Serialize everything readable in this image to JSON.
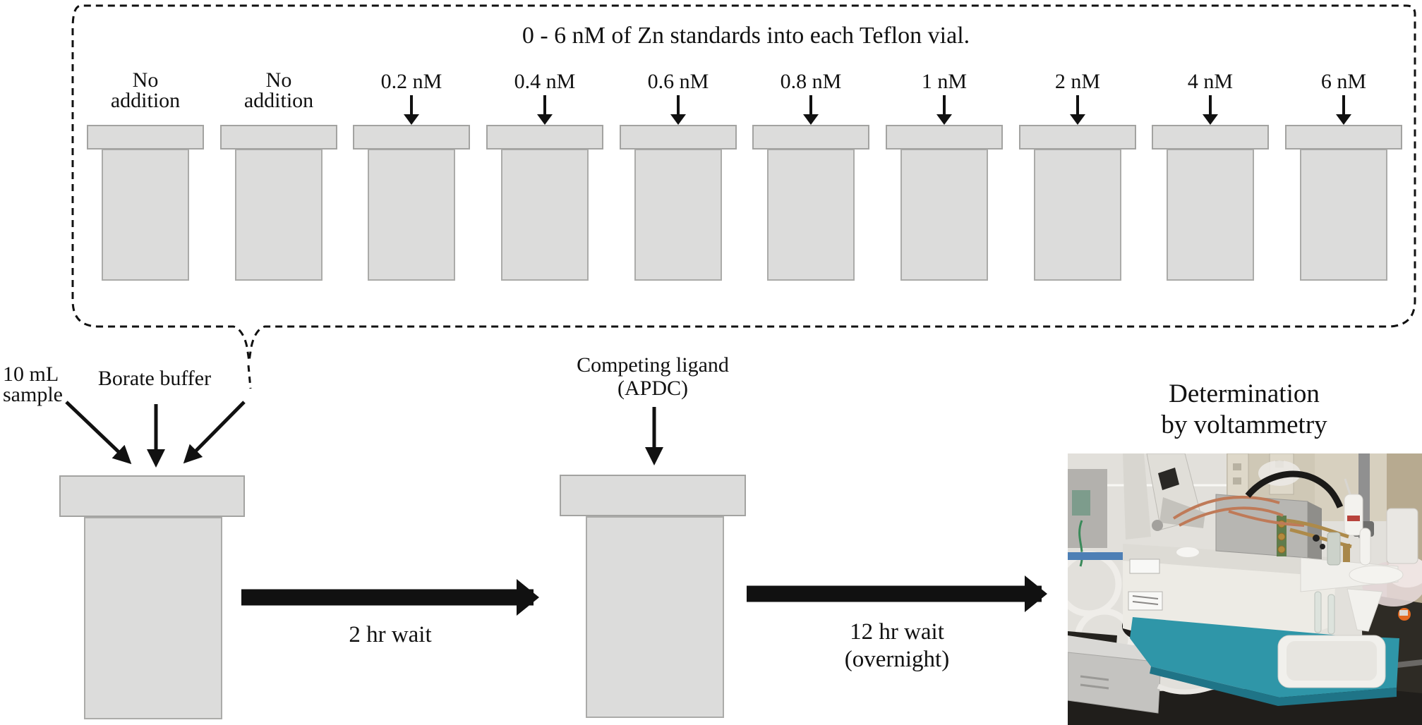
{
  "standards_box": {
    "title": "0 - 6 nM of Zn standards into each Teflon vial.",
    "vials": [
      {
        "label": "No\naddition"
      },
      {
        "label": "No\naddition"
      },
      {
        "label": "0.2 nM"
      },
      {
        "label": "0.4 nM"
      },
      {
        "label": "0.6 nM"
      },
      {
        "label": "0.8 nM"
      },
      {
        "label": "1 nM"
      },
      {
        "label": "2 nM"
      },
      {
        "label": "4 nM"
      },
      {
        "label": "6 nM"
      }
    ]
  },
  "sample_prep": {
    "sample_label": "10 mL\nsample",
    "buffer_label": "Borate buffer"
  },
  "process": {
    "wait_1": "2 hr wait",
    "ligand_label": "Competing ligand\n(APDC)",
    "wait_2": "12 hr wait\n(overnight)",
    "detection_caption": "Determination\nby voltammetry"
  },
  "colors": {
    "teal_base": "#2f96a8",
    "teal_edge": "#1f7487",
    "bench_dark": "#24221e",
    "wall_light": "#e2e0db",
    "instrument_white": "#edebe5",
    "silver_box": "#c4c3c0",
    "vial_fill": "#dcdcdb",
    "vial_border": "#a3a3a1"
  }
}
